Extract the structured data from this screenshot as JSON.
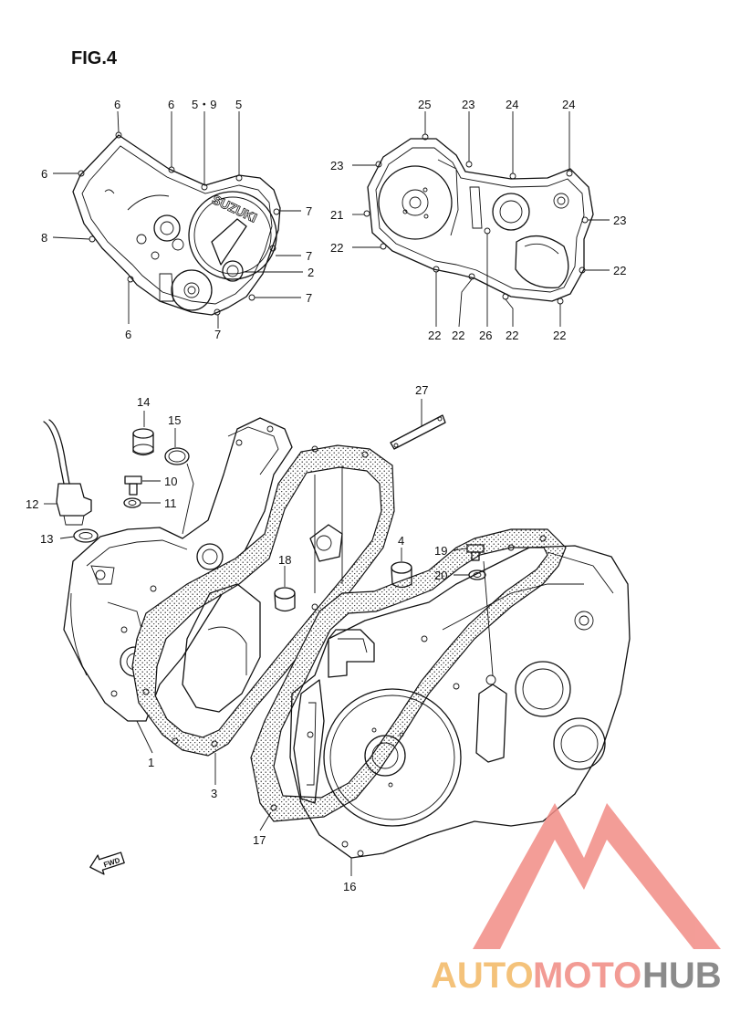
{
  "figure": {
    "title": "FIG.4"
  },
  "top_left_callouts": [
    {
      "id": "tl-6a",
      "text": "6"
    },
    {
      "id": "tl-6b",
      "text": "6"
    },
    {
      "id": "tl-59",
      "text": "5・9"
    },
    {
      "id": "tl-5",
      "text": "5"
    },
    {
      "id": "tl-6c",
      "text": "6"
    },
    {
      "id": "tl-7a",
      "text": "7"
    },
    {
      "id": "tl-8",
      "text": "8"
    },
    {
      "id": "tl-7b",
      "text": "7"
    },
    {
      "id": "tl-2",
      "text": "2"
    },
    {
      "id": "tl-7c",
      "text": "7"
    },
    {
      "id": "tl-6d",
      "text": "6"
    },
    {
      "id": "tl-7d",
      "text": "7"
    }
  ],
  "top_right_callouts": [
    {
      "id": "tr-25",
      "text": "25"
    },
    {
      "id": "tr-23a",
      "text": "23"
    },
    {
      "id": "tr-24a",
      "text": "24"
    },
    {
      "id": "tr-24b",
      "text": "24"
    },
    {
      "id": "tr-23b",
      "text": "23"
    },
    {
      "id": "tr-23c",
      "text": "23"
    },
    {
      "id": "tr-21",
      "text": "21"
    },
    {
      "id": "tr-22a",
      "text": "22"
    },
    {
      "id": "tr-22b",
      "text": "22"
    },
    {
      "id": "tr-22c",
      "text": "22"
    },
    {
      "id": "tr-22d",
      "text": "22"
    },
    {
      "id": "tr-26",
      "text": "26"
    },
    {
      "id": "tr-22e",
      "text": "22"
    },
    {
      "id": "tr-22f",
      "text": "22"
    }
  ],
  "main_callouts": [
    {
      "id": "m-27",
      "text": "27"
    },
    {
      "id": "m-14",
      "text": "14"
    },
    {
      "id": "m-15",
      "text": "15"
    },
    {
      "id": "m-10",
      "text": "10"
    },
    {
      "id": "m-12",
      "text": "12"
    },
    {
      "id": "m-11",
      "text": "11"
    },
    {
      "id": "m-13",
      "text": "13"
    },
    {
      "id": "m-4",
      "text": "4"
    },
    {
      "id": "m-19",
      "text": "19"
    },
    {
      "id": "m-18",
      "text": "18"
    },
    {
      "id": "m-20",
      "text": "20"
    },
    {
      "id": "m-1",
      "text": "1"
    },
    {
      "id": "m-3",
      "text": "3"
    },
    {
      "id": "m-17",
      "text": "17"
    },
    {
      "id": "m-16",
      "text": "16"
    }
  ],
  "cover_text": "SUZUKI",
  "fwd_text": "FWD",
  "watermark": {
    "part1": "AUTO",
    "part2": "MOTO",
    "part3": "HUB",
    "color_auto": "#f4c27a",
    "color_moto": "#f29b94",
    "color_hub": "#8b8b8b",
    "logo_color": "#f28c86"
  }
}
